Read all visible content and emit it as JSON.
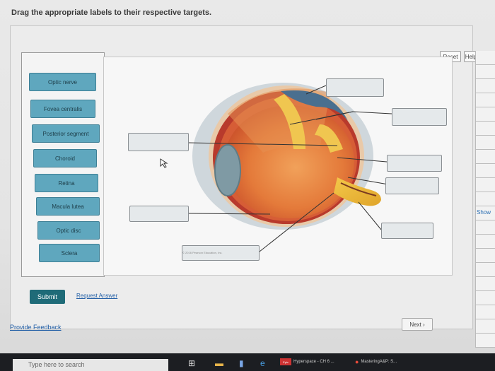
{
  "instruction": "Drag the appropriate labels to their respective targets.",
  "toolbar": {
    "reset": "Reset",
    "help": "Help"
  },
  "side_link": "Show",
  "labels": [
    "Optic nerve",
    "Fovea centralis",
    "Posterior segment",
    "Choroid",
    "Retina",
    "Macula lutea",
    "Optic disc",
    "Sclera"
  ],
  "credit_text": "© 2016 Pearson Education, Inc.",
  "actions": {
    "submit": "Submit",
    "request_answer": "Request Answer",
    "provide_feedback": "Provide Feedback",
    "next": "Next ›"
  },
  "taskbar": {
    "search_placeholder": "Type here to search",
    "app1": "Hyperspace - CH 6 ...",
    "app1_badge": "Epic",
    "app2": "MasteringA&P: S..."
  },
  "colors": {
    "label_chip": "#5fa7be",
    "submit": "#1f6b78",
    "link": "#2460a7"
  }
}
